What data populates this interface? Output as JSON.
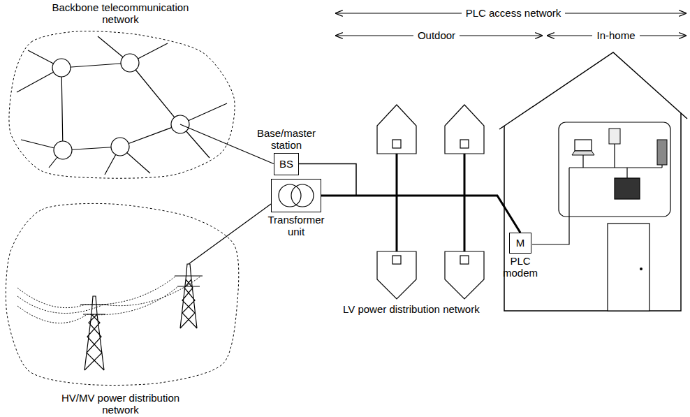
{
  "diagram": {
    "nodes": [
      {
        "text": [
          "Backbone telecommunication network"
        ]
      },
      {
        "text": [
          "HV/MV power distribution network"
        ]
      },
      {
        "text": [
          "Base/master station",
          "BS"
        ]
      },
      {
        "text": [
          "Transformer unit"
        ]
      },
      {
        "text": [
          "M",
          "PLC modem"
        ]
      }
    ],
    "edges": [
      {
        "from": 0,
        "to": 2,
        "arrow": "none"
      },
      {
        "from": 1,
        "to": 3,
        "arrow": "none"
      },
      {
        "from": 3,
        "to": 4,
        "arrow": "none"
      },
      {
        "from": 2,
        "to": 4,
        "arrow": "none"
      }
    ],
    "labels": [
      "PLC access network",
      "Outdoor",
      "In-home",
      "LV power distribution network"
    ]
  }
}
